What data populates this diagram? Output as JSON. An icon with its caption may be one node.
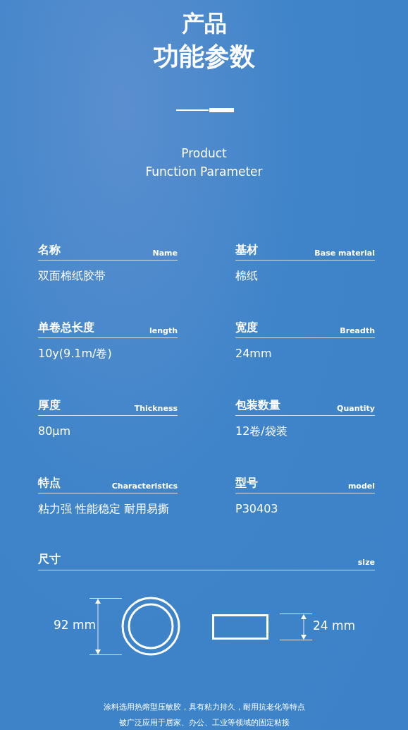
{
  "diagram": {
    "labels": [
      "产品",
      "功能参数",
      "Product",
      "Function Parameter",
      "名称",
      "Name",
      "基材",
      "Base material",
      "双面棉纸胶带",
      "棉纸",
      "单卷总长度",
      "length",
      "宽度",
      "Breadth",
      "10y(9.1m/卷)",
      "24mm",
      "厚度",
      "Thickness",
      "包装数量",
      "Quantity",
      "80µm",
      "12卷/袋装",
      "特点",
      "Characteristics",
      "型号",
      "model",
      "粘力强 性能稳定 耐用易撕",
      "P30403",
      "尺寸",
      "size",
      "92 mm",
      "24 mm",
      "涂料选用热熔型压敏胶，具有粘力持久，耐用抗老化等特点",
      "被广泛应用于居家、办公、工业等领域的固定粘接"
    ]
  }
}
